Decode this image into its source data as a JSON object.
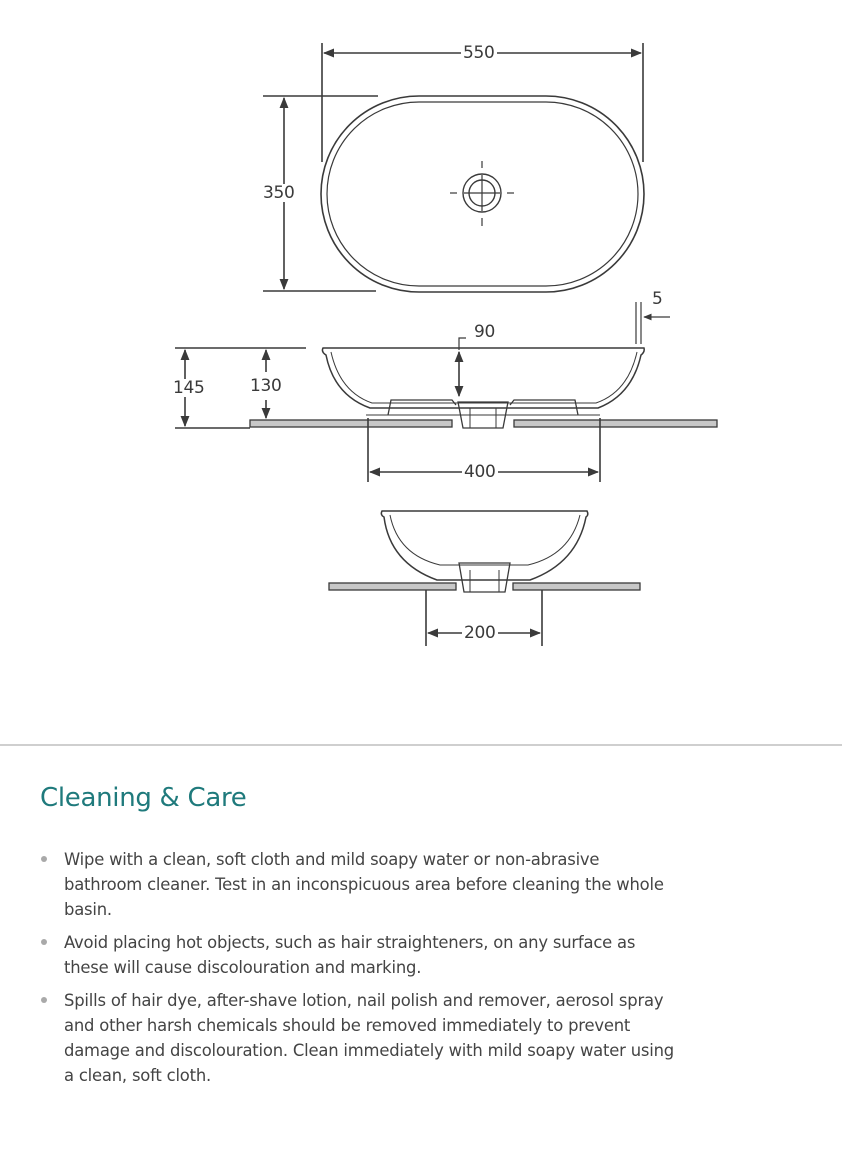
{
  "drawing": {
    "plan_view": {
      "width_dim": "550",
      "depth_dim": "350",
      "waste_icon": "waste-outlet-crosshair"
    },
    "side_view": {
      "overall_height_dim": "145",
      "basin_height_dim": "130",
      "bowl_depth_dim": "90",
      "rim_thickness_dim": "5",
      "base_width_dim": "400"
    },
    "end_view": {
      "base_width_dim": "200"
    },
    "line_color": "#3a3a3a"
  },
  "care": {
    "title": "Cleaning & Care",
    "title_color": "#1f7a7c",
    "items": [
      {
        "text": "Wipe with a clean, soft cloth and mild soapy water or non-abrasive bathroom cleaner. Test in an inconspicuous area before cleaning the whole basin."
      },
      {
        "text": "Avoid placing hot objects, such as hair straighteners, on any surface as these will cause discolouration and marking."
      },
      {
        "text": "Spills of hair dye, after-shave lotion, nail polish and remover, aerosol spray and other harsh chemicals should be removed immediately to prevent damage and discolouration. Clean immediately with mild soapy water using a clean, soft cloth."
      }
    ]
  }
}
